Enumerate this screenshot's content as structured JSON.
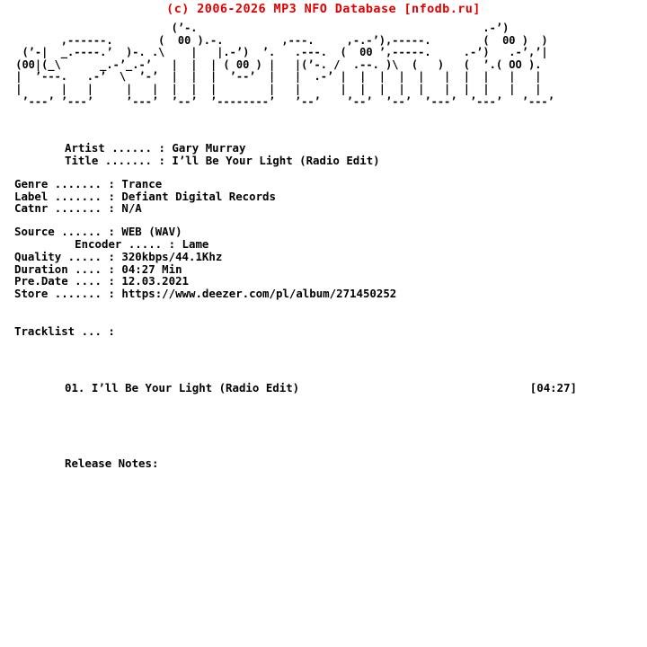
{
  "header": {
    "copyright": "(c) 2006-2026 MP3 NFO Database [nfodb.ru]",
    "color": "#e00000"
  },
  "logo": {
    "name": "ascii-art-banner",
    "art": "                         (’-.                                            .-’)\n        ,------.       (  00 ).-.         ,---.     ,-.-’),-----.        (  00 )  )\n  (’-|  _.----.’  )-. .\\    |   |.-’)  ’.   .---.  (  00 ’,-----.     .-’)   .-’,’|\n (00|(_\\      _.-’_.-’   |  |  | ( 00 ) |   |(’-. /  .--. )\\  (   )   (  ’.( OO ).\n |  ’---.   .-’  \\  ’-’  |  |  |  ’--’  |   |  .-’ |  |  |  |  |   |  |  |   |   |\n |      |   |     |   |  |  |  |        |   |      |  |  |  |  |   |  |  |   |   |\n  ’---’ ’---’     ’---’  ’--’  ’--------’   ’--’    ’--’  ’--’  ’---’  ’---’   ’---’"
  },
  "fields": {
    "artist": {
      "label": "Artist ......",
      "sep": ":",
      "value": "Gary Murray"
    },
    "title": {
      "label": "Title .......",
      "sep": ":",
      "value": "I’ll Be Your Light (Radio Edit)"
    },
    "genre": {
      "label": "Genre .......",
      "sep": ":",
      "value": "Trance"
    },
    "label": {
      "label": "Label .......",
      "sep": ":",
      "value": "Defiant Digital Records"
    },
    "catnr": {
      "label": "Catnr .......",
      "sep": ":",
      "value": "N/A"
    },
    "source": {
      "label": "Source ......",
      "sep": ":",
      "value": "WEB (WAV)"
    },
    "encoder": {
      "label": "Encoder .....",
      "sep": ":",
      "value": "Lame"
    },
    "quality": {
      "label": "Quality .....",
      "sep": ":",
      "value": "320kbps/44.1Khz"
    },
    "duration": {
      "label": "Duration ....",
      "sep": ":",
      "value": "04:27 Min"
    },
    "predate": {
      "label": "Pre.Date ....",
      "sep": ":",
      "value": "12.03.2021"
    },
    "store": {
      "label": "Store .......",
      "sep": ":",
      "value": "https://www.deezer.com/pl/album/271450252"
    }
  },
  "tracklist": {
    "heading": "Tracklist ... :",
    "tracks": [
      {
        "num": "01.",
        "title": "I’ll Be Your Light (Radio Edit)",
        "time": "[04:27]"
      }
    ]
  },
  "notes": {
    "heading": "Release Notes:",
    "body": ""
  }
}
